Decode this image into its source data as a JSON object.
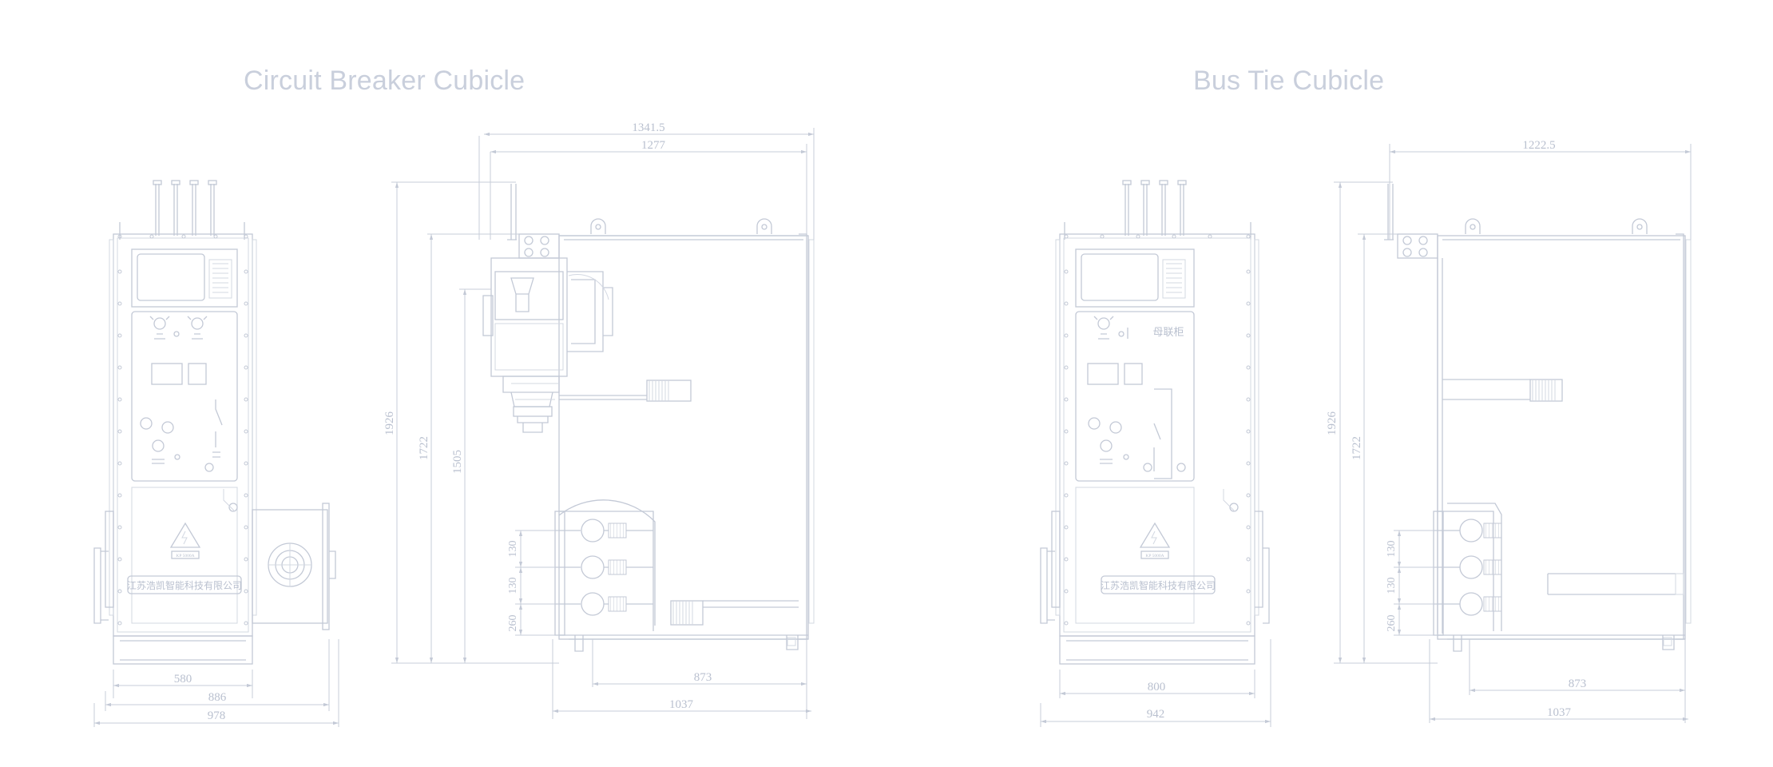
{
  "titles": {
    "circuit_breaker": "Circuit Breaker Cubicle",
    "bus_tie": "Bus Tie Cubicle"
  },
  "front_panel": {
    "company_name": "江苏浩凯智能科技有限公司",
    "warning_plate": "KP 5000A",
    "bus_tie_label": "母联柜"
  },
  "dimensions": {
    "cb_front_width_inner": "580",
    "cb_front_width_outer": "886",
    "cb_front_width_total": "978",
    "cb_side_top_total": "1341.5",
    "cb_side_top_inner": "1277",
    "cb_side_height_total": "1926",
    "cb_side_height_mid": "1722",
    "cb_side_height_lower": "1505",
    "cb_side_gap_1": "130",
    "cb_side_gap_2": "130",
    "cb_side_bottom_offset": "260",
    "cb_side_depth_inner": "873",
    "cb_side_depth_total": "1037",
    "bt_front_width_inner": "800",
    "bt_front_width_total": "942",
    "bt_side_top_total": "1222.5",
    "bt_side_height_total": "1926",
    "bt_side_height_mid": "1722",
    "bt_side_gap_1": "130",
    "bt_side_gap_2": "130",
    "bt_side_bottom_offset": "260",
    "bt_side_depth_inner": "873",
    "bt_side_depth_total": "1037"
  }
}
